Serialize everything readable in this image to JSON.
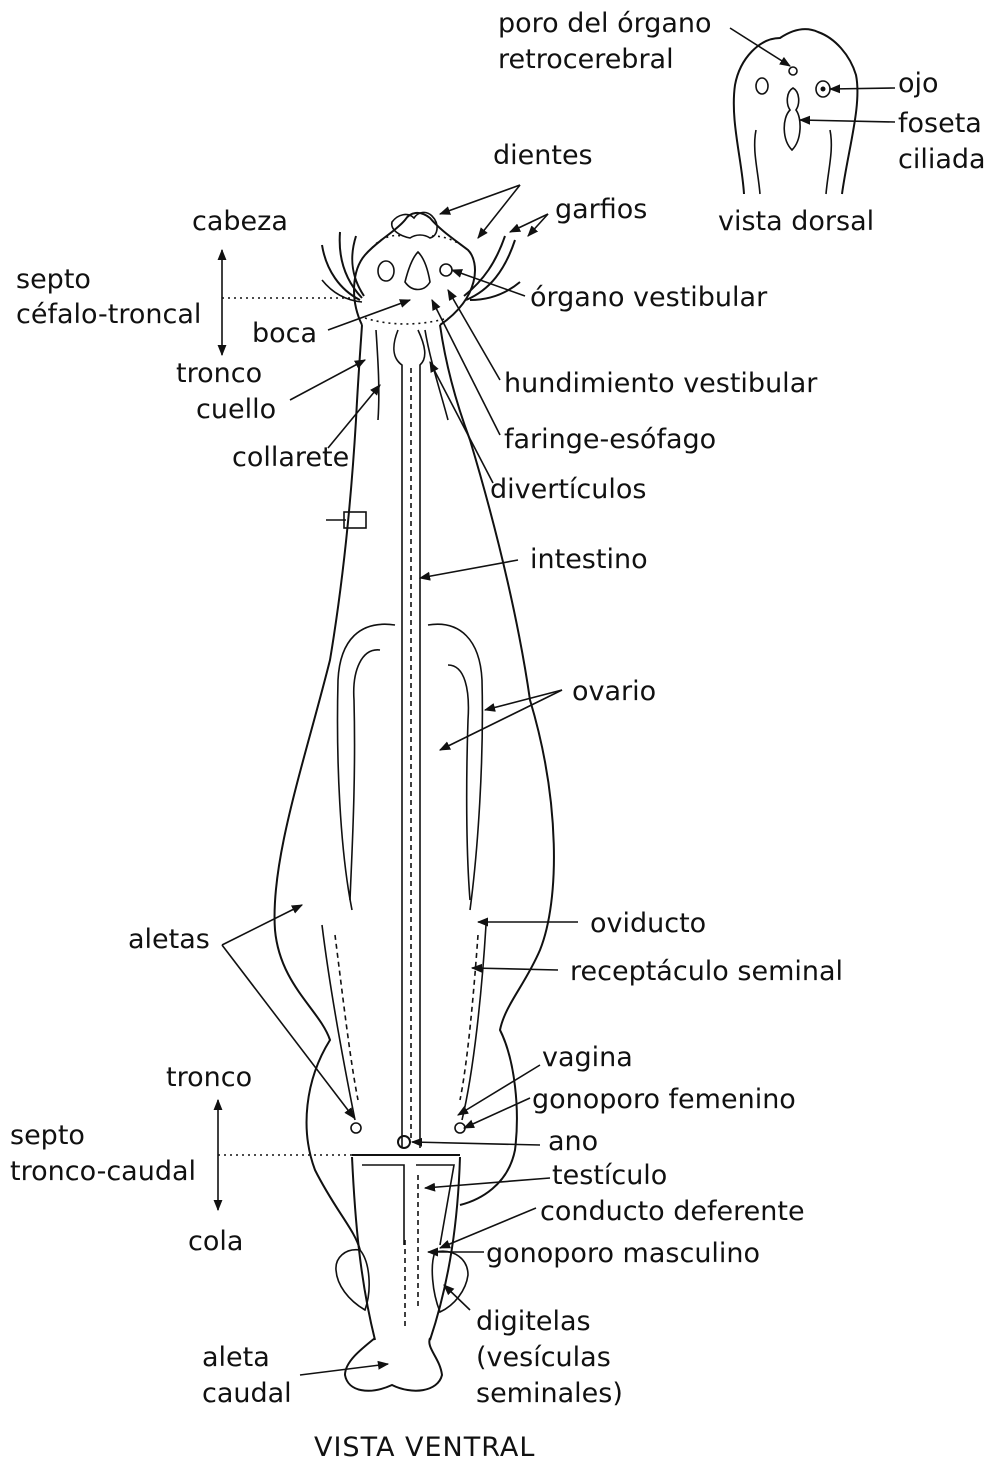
{
  "caption": "VISTA VENTRAL",
  "inset": {
    "caption": "vista dorsal",
    "labels": {
      "poro_1": "poro del órgano",
      "poro_2": "retrocerebral",
      "ojo": "ojo",
      "foseta_1": "foseta",
      "foseta_2": "ciliada"
    }
  },
  "labels": {
    "dientes": "dientes",
    "garfios": "garfios",
    "cabeza": "cabeza",
    "septo_cf_1": "septo",
    "septo_cf_2": "céfalo-troncal",
    "boca": "boca",
    "tronco_top": "tronco",
    "cuello": "cuello",
    "collarete": "collarete",
    "organo_vestibular": "órgano vestibular",
    "hundimiento_vestibular": "hundimiento vestibular",
    "faringe_esofago": "faringe-esófago",
    "diverticulos": "divertículos",
    "intestino": "intestino",
    "ovario": "ovario",
    "aletas": "aletas",
    "oviducto": "oviducto",
    "receptaculo_seminal": "receptáculo seminal",
    "vagina": "vagina",
    "gonoporo_femenino": "gonoporo femenino",
    "tronco_bottom": "tronco",
    "septo_tc_1": "septo",
    "septo_tc_2": "tronco-caudal",
    "ano": "ano",
    "testiculo": "testículo",
    "conducto_deferente": "conducto deferente",
    "cola": "cola",
    "gonoporo_masculino": "gonoporo masculino",
    "digitelas_1": "digitelas",
    "digitelas_2": "(vesículas",
    "digitelas_3": "seminales)",
    "aleta_caudal_1": "aleta",
    "aleta_caudal_2": "caudal"
  }
}
